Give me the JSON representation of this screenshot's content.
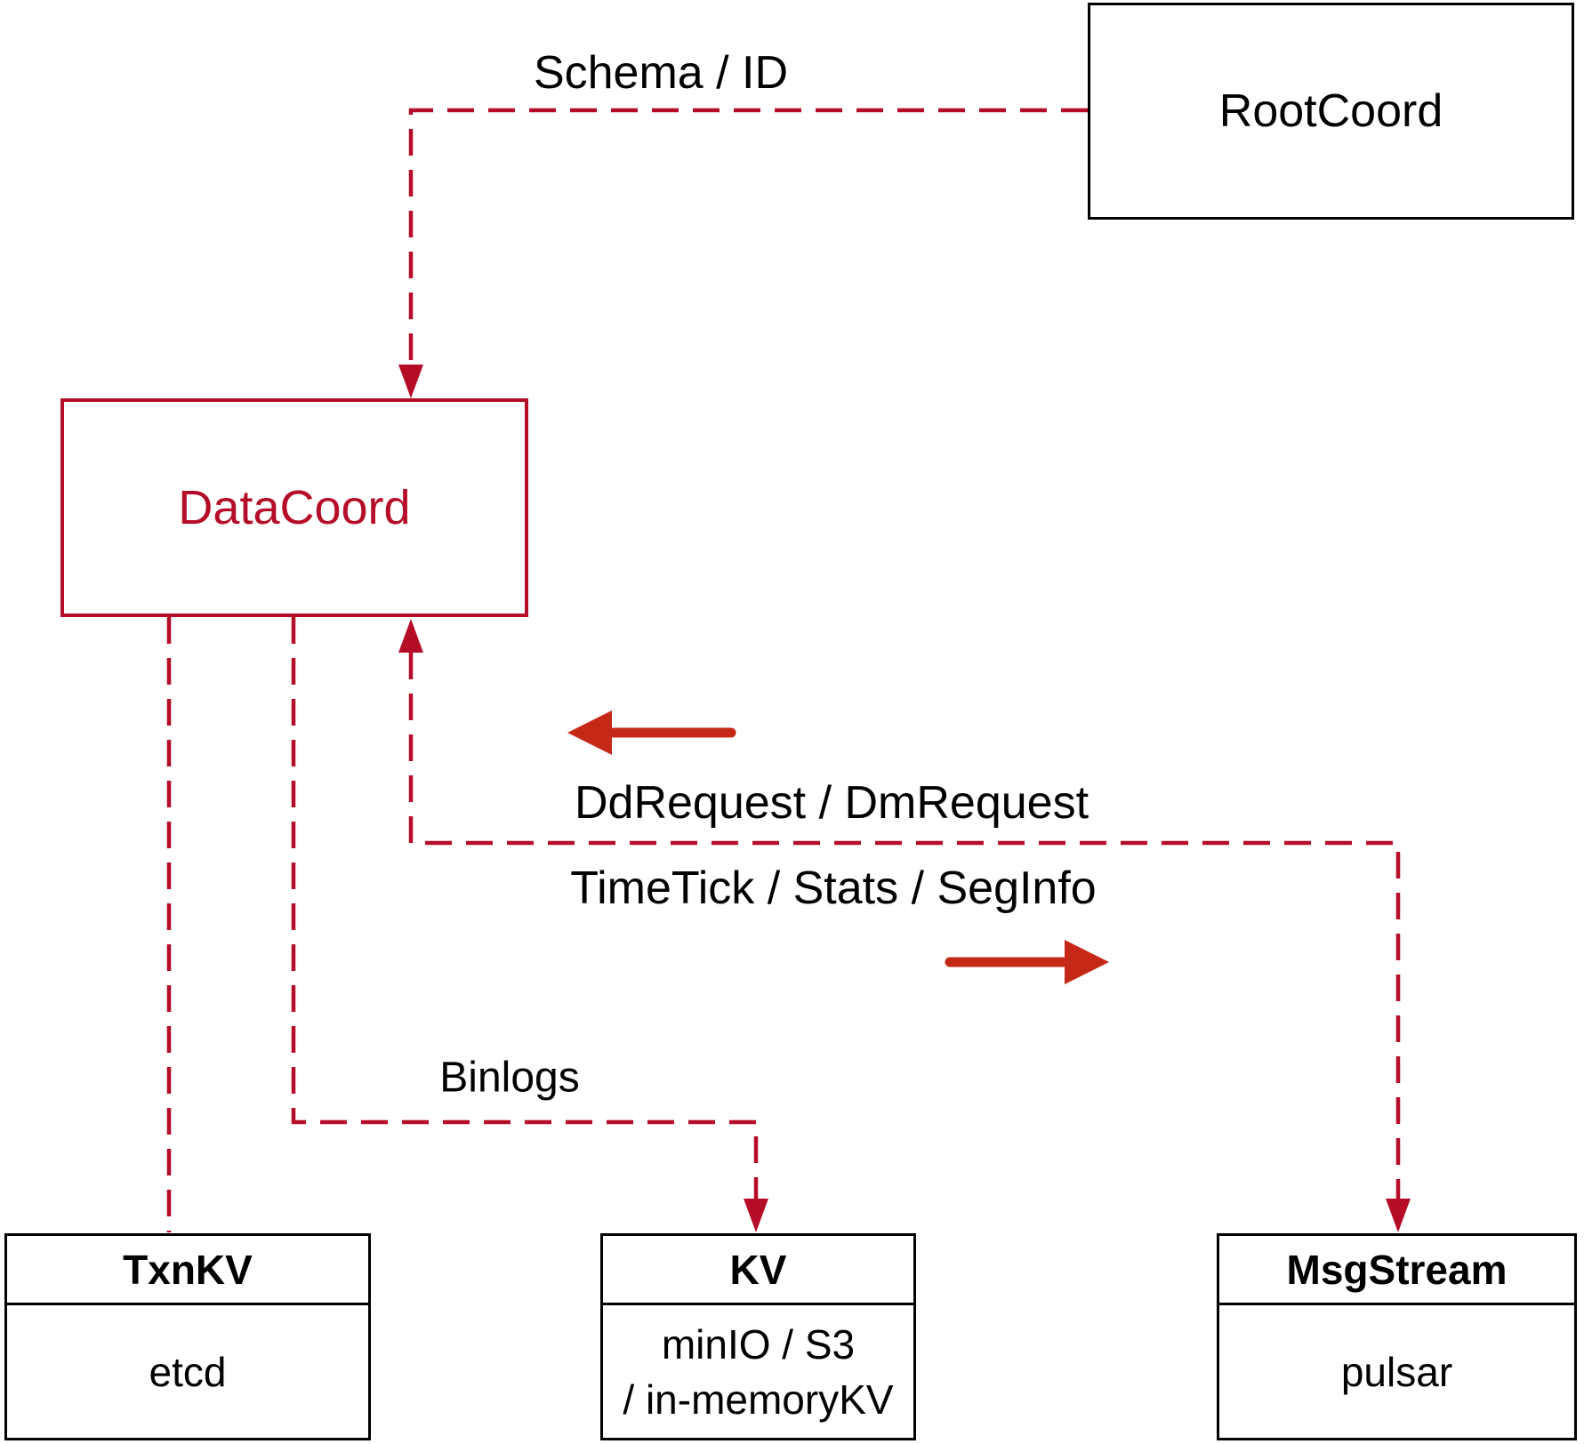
{
  "diagram": {
    "title_context": "DataCoord interactions diagram",
    "colors": {
      "crimson": "#b50d28",
      "arrow_red": "#c52817",
      "box_border": "#000000",
      "text": "#000000",
      "background": "#ffffff"
    },
    "boxes": {
      "rootcoord": {
        "label": "RootCoord"
      },
      "datacoord": {
        "label": "DataCoord"
      },
      "txnkv": {
        "title": "TxnKV",
        "line1": "etcd"
      },
      "kv": {
        "title": "KV",
        "line1": "minIO / S3",
        "line2": "/ in-memoryKV"
      },
      "msgstream": {
        "title": "MsgStream",
        "line1": "pulsar"
      }
    },
    "labels": {
      "schema": "Schema / ID",
      "ddrequest": "DdRequest / DmRequest",
      "timetick": "TimeTick / Stats / SegInfo",
      "binlogs": "Binlogs"
    },
    "edges": [
      {
        "from": "RootCoord",
        "to": "DataCoord",
        "label": "Schema / ID",
        "style": "dashed-arrow"
      },
      {
        "from": "MsgStream",
        "to": "DataCoord",
        "label": "DdRequest / DmRequest",
        "style": "dashed-arrow-bidirectional"
      },
      {
        "from": "DataCoord",
        "to": "MsgStream",
        "label": "TimeTick / Stats / SegInfo",
        "style": "dashed-arrow-bidirectional"
      },
      {
        "from": "DataCoord",
        "to": "TxnKV",
        "label": "",
        "style": "dashed-line"
      },
      {
        "from": "DataCoord",
        "to": "KV",
        "label": "Binlogs",
        "style": "dashed-arrow"
      }
    ]
  }
}
